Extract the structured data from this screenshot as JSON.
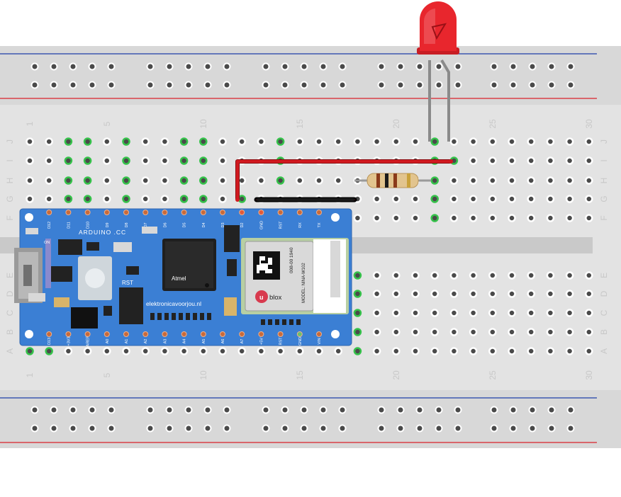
{
  "breadboard": {
    "column_numbers": [
      "1",
      "5",
      "10",
      "15",
      "20",
      "25",
      "30"
    ],
    "row_letters_top": [
      "J",
      "I",
      "H",
      "G",
      "F"
    ],
    "row_letters_bottom": [
      "E",
      "D",
      "C",
      "B",
      "A"
    ]
  },
  "arduino": {
    "brand_label": "ARDUINO .CC",
    "mcu_label": "Atmel",
    "reset_label": "RST",
    "on_label": "ON",
    "website_label": "elektronicavoorjou.nl",
    "top_pins": [
      "D12",
      "D11",
      "D10",
      "D9",
      "D8",
      "D7",
      "D6",
      "D5",
      "D4",
      "D3",
      "D2",
      "GND",
      "RST",
      "RX",
      "TX"
    ],
    "bottom_pins": [
      "D13",
      "+3V3",
      "AREF",
      "A0",
      "A1",
      "A2",
      "A3",
      "A4",
      "A5",
      "A6",
      "A7",
      "+5V",
      "RST",
      "GND",
      "VIN"
    ]
  },
  "module": {
    "brand": "blox",
    "id_line": "008-00  1940",
    "model_line": "MODEL: NINA-W102"
  },
  "colors": {
    "board_blue": "#3b7fd4",
    "wire_red": "#c8161c",
    "wire_black": "#1a1a1a",
    "led_red": "#e8262d",
    "active_hole": "#35c24a",
    "rail_red": "#d9222a",
    "rail_blue": "#1e3fa8"
  }
}
